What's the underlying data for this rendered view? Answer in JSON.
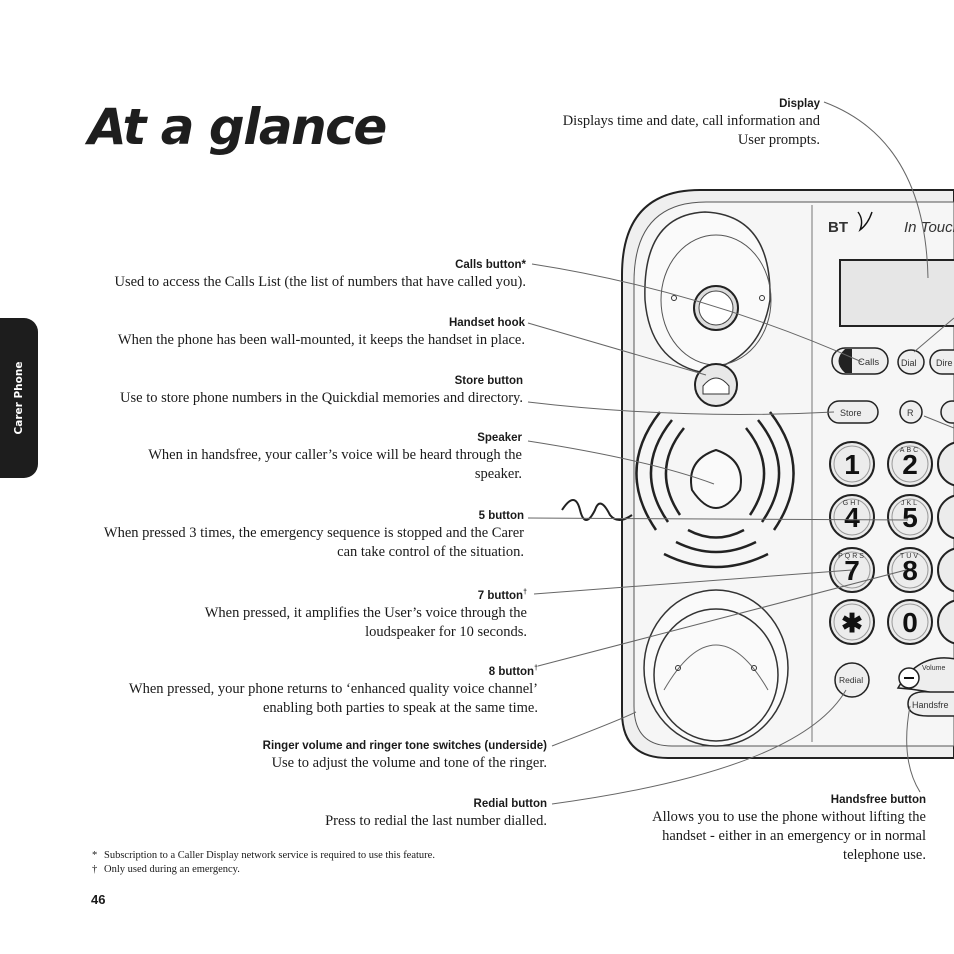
{
  "page_title": "At a glance",
  "side_tab": "Carer Phone",
  "callouts": [
    {
      "heading": "Display",
      "text": "Displays time and date, call information and User prompts."
    },
    {
      "heading": "Calls button*",
      "text": "Used to access the Calls List (the list of numbers that have called you)."
    },
    {
      "heading": "Handset hook",
      "text": "When the phone has been wall-mounted, it keeps the handset in place."
    },
    {
      "heading": "Store button",
      "text": "Use to store phone numbers in the Quickdial memories and directory."
    },
    {
      "heading": "Speaker",
      "text": "When in handsfree, your caller’s voice will be heard through the speaker."
    },
    {
      "heading": "5 button",
      "text": "When pressed 3 times, the emergency sequence is stopped and the Carer can take control of the situation."
    },
    {
      "heading": "7 button",
      "mark": "†",
      "text": "When pressed, it amplifies the User’s voice through the loudspeaker for 10 seconds."
    },
    {
      "heading": "8 button",
      "mark": "†",
      "text": "When pressed, your phone returns to ‘enhanced quality voice channel’ enabling both parties to speak at the same time."
    },
    {
      "heading": "Ringer volume and ringer tone switches (underside)",
      "text": "Use to adjust the volume and tone of the ringer."
    },
    {
      "heading": "Redial button",
      "text": "Press to redial the last number dialled."
    },
    {
      "heading": "Handsfree button",
      "text": "Allows you to use the phone without lifting the handset - either in an emergency or in normal telephone use."
    }
  ],
  "footnotes": [
    {
      "mark": "*",
      "text": "Subscription to a Caller Display network service is required to use this feature."
    },
    {
      "mark": "†",
      "text": "Only used during an emergency."
    }
  ],
  "page_number": "46",
  "phone": {
    "brand": "BT",
    "model": "In Touch",
    "buttons": {
      "calls": "Calls",
      "dial": "Dial",
      "directory": "Dire",
      "store": "Store",
      "r": "R",
      "redial": "Redial",
      "volume": "Volume",
      "handsfree": "Handsfre"
    },
    "keys": [
      {
        "digit": "1",
        "letters": ""
      },
      {
        "digit": "2",
        "letters": "ABC"
      },
      {
        "digit": "4",
        "letters": "GHI"
      },
      {
        "digit": "5",
        "letters": "JKL"
      },
      {
        "digit": "7",
        "letters": "PQRS"
      },
      {
        "digit": "8",
        "letters": "TUV"
      },
      {
        "digit": "✱",
        "letters": ""
      },
      {
        "digit": "0",
        "letters": ""
      }
    ]
  }
}
